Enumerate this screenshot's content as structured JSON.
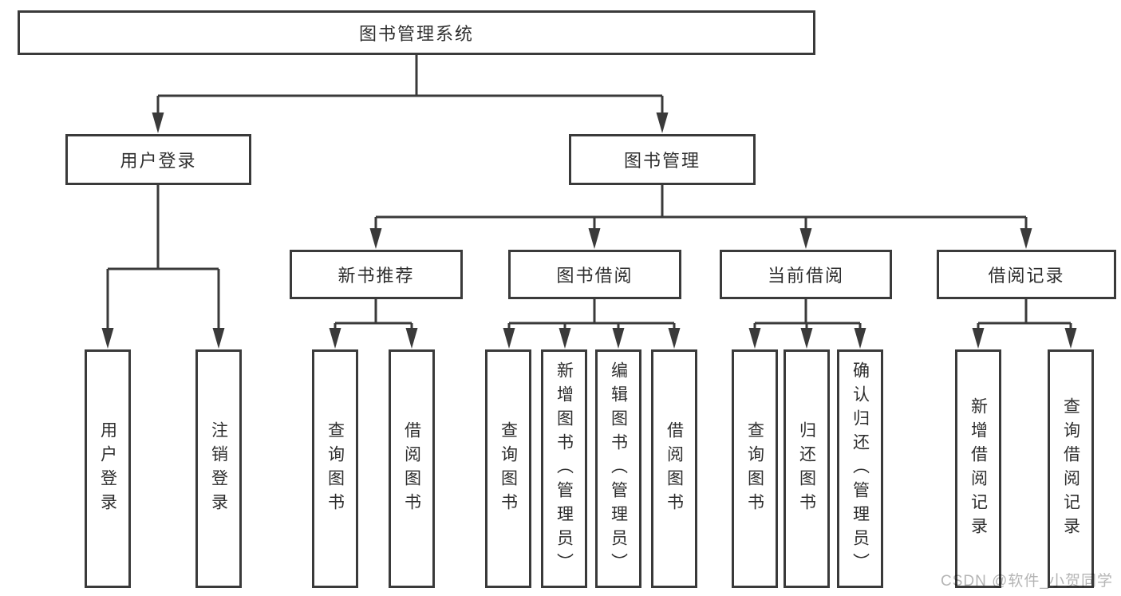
{
  "diagram": {
    "root": {
      "label": "图书管理系统"
    },
    "branches": [
      {
        "label": "用户登录",
        "children": [
          {
            "label": "用户登录"
          },
          {
            "label": "注销登录"
          }
        ]
      },
      {
        "label": "图书管理",
        "children": [
          {
            "label": "新书推荐",
            "children": [
              {
                "label": "查询图书"
              },
              {
                "label": "借阅图书"
              }
            ]
          },
          {
            "label": "图书借阅",
            "children": [
              {
                "label": "查询图书"
              },
              {
                "label": "新增图书（管理员）"
              },
              {
                "label": "编辑图书（管理员）"
              },
              {
                "label": "借阅图书"
              }
            ]
          },
          {
            "label": "当前借阅",
            "children": [
              {
                "label": "查询图书"
              },
              {
                "label": "归还图书"
              },
              {
                "label": "确认归还（管理员）"
              }
            ]
          },
          {
            "label": "借阅记录",
            "children": [
              {
                "label": "新增借阅记录"
              },
              {
                "label": "查询借阅记录"
              }
            ]
          }
        ]
      }
    ],
    "watermark": {
      "text": "CSDN @软件_小贺同学"
    },
    "colors": {
      "line": "#3a3a3a",
      "text": "#2e2e2e",
      "box_background": "#ffffff",
      "watermark": "#b5b5b5",
      "background": "#ffffff"
    }
  }
}
